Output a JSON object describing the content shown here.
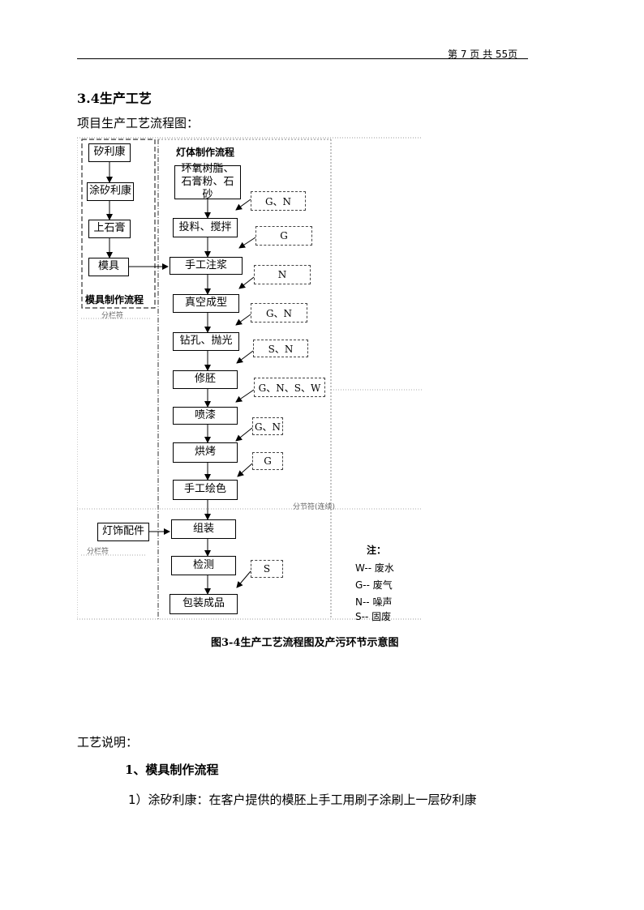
{
  "header": {
    "page_text": "第 7 页 共 55页"
  },
  "section": {
    "title": "3.4生产工艺",
    "intro": "项目生产工艺流程图："
  },
  "diagram": {
    "mold_flow": {
      "label": "模具制作流程",
      "steps": [
        "矽利康",
        "涂矽利康",
        "上石膏",
        "模具"
      ]
    },
    "lamp_flow": {
      "label": "灯体制作流程",
      "steps": [
        "环氧树脂、石膏粉、石砂",
        "投料、搅拌",
        "手工注浆",
        "真空成型",
        "钻孔、抛光",
        "修胚",
        "喷漆",
        "烘烤",
        "手工绘色",
        "组装",
        "检测",
        "包装成品"
      ]
    },
    "accessory": "灯饰配件",
    "pollutants": [
      "G、N",
      "G",
      "N",
      "G、N",
      "S、N",
      "G、N、S、W",
      "G、N",
      "G",
      "S"
    ],
    "notes": {
      "title": "注：",
      "items": [
        "W-- 废水",
        "G-- 废气",
        "N-- 噪声",
        "S-- 固废"
      ]
    },
    "faint_marks": {
      "column_break_1": "分栏符",
      "section_break": "分节符(连续)",
      "column_break_2": "分栏符"
    }
  },
  "figure_caption": "图3-4生产工艺流程图及产污环节示意图",
  "process_desc": {
    "label": "工艺说明：",
    "subheading": "1、模具制作流程",
    "item_1": "1）涂矽利康：在客户提供的模胚上手工用刷子涂刷上一层矽利康"
  }
}
